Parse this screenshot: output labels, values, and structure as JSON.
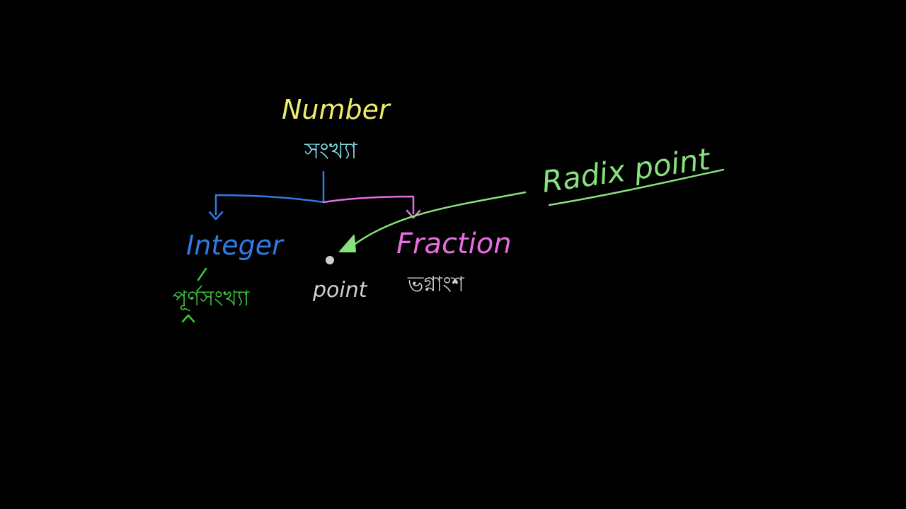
{
  "colors": {
    "background": "#000000",
    "number": "#ecec6e",
    "number_bangla": "#7fd9e6",
    "integer": "#2f7be6",
    "integer_bangla": "#3ec93e",
    "fraction": "#e66ee0",
    "fraction_bangla": "#cfcfcf",
    "radix": "#86e27a",
    "point": "#cfcfcf"
  },
  "labels": {
    "number": "Number",
    "number_bangla": "সংখ্যা",
    "integer": "Integer",
    "integer_bangla": "পূর্ণসংখ্যা",
    "point": "point",
    "fraction": "Fraction",
    "fraction_bangla": "ভগ্নাংশ",
    "radix_point": "Radix point"
  }
}
